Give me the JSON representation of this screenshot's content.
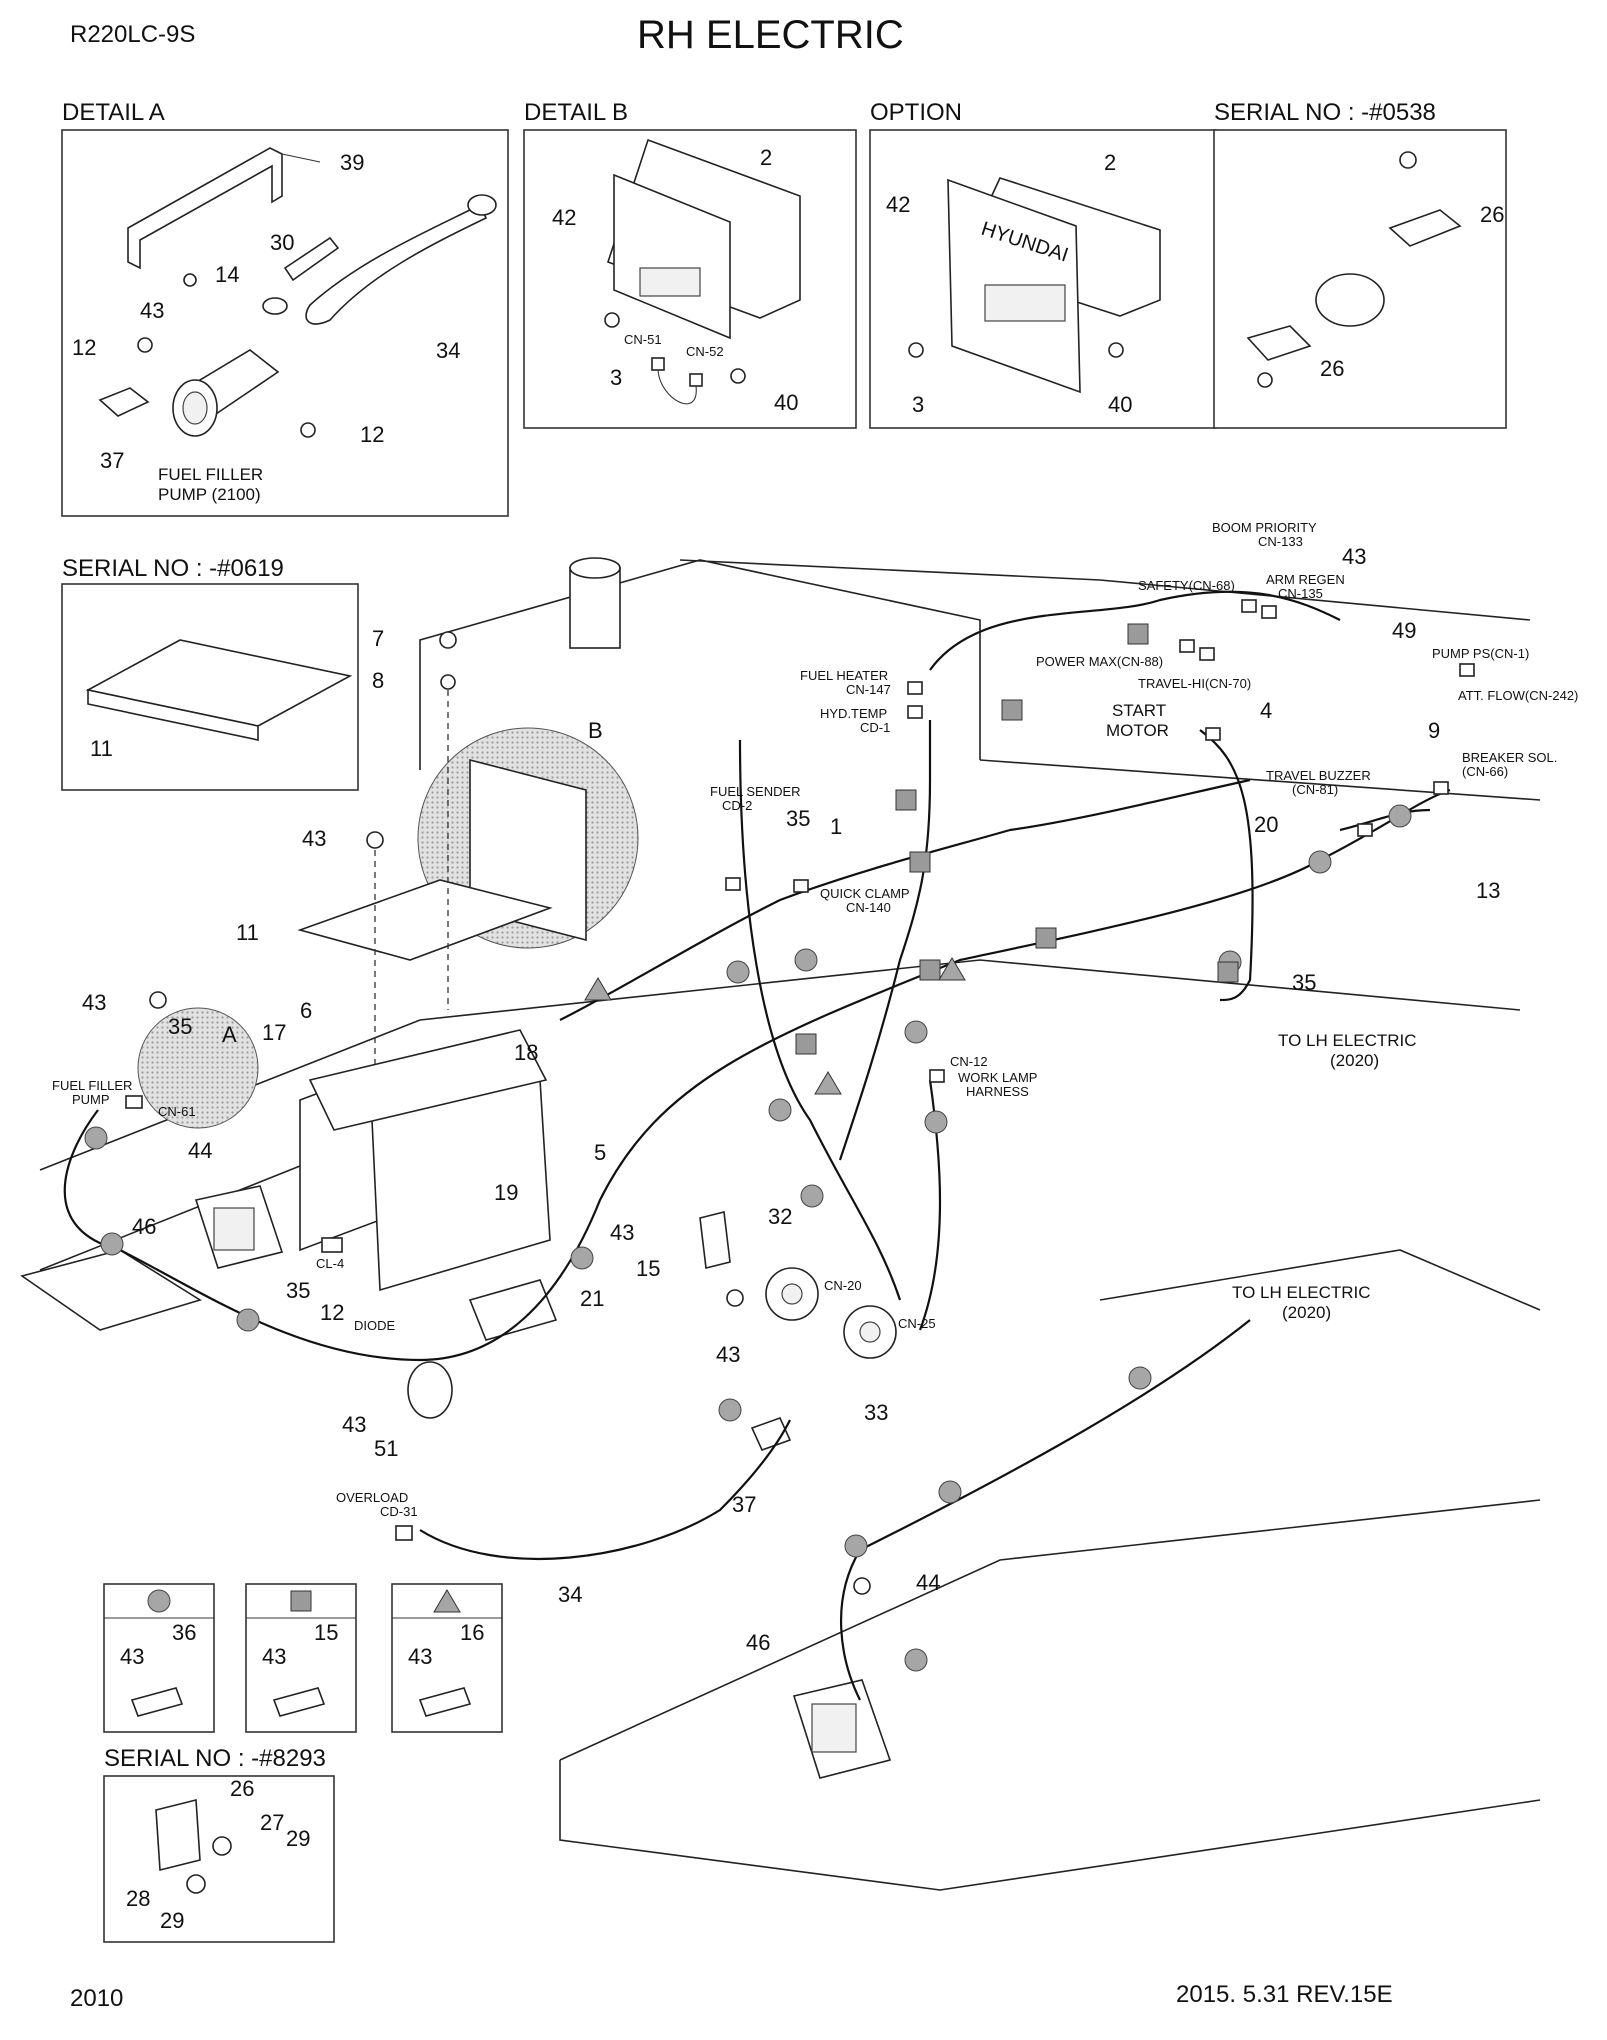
{
  "header": {
    "model": "R220LC-9S",
    "title": "RH ELECTRIC"
  },
  "panels": {
    "detail_a": {
      "title": "DETAIL  A",
      "parts": [
        "39",
        "30",
        "14",
        "43",
        "34",
        "12",
        "12",
        "37"
      ],
      "caption_line1": "FUEL FILLER",
      "caption_line2": "PUMP (2100)"
    },
    "detail_b": {
      "title": "DETAIL B",
      "parts": [
        "2",
        "42",
        "3",
        "40"
      ],
      "labels": [
        "CN-51",
        "CN-52"
      ]
    },
    "option": {
      "title": "OPTION",
      "parts": [
        "2",
        "42",
        "3",
        "40"
      ],
      "brand": "HYUNDAI"
    },
    "serial_0538": {
      "title": "SERIAL NO : -#0538",
      "parts": [
        "26",
        "26"
      ]
    },
    "serial_0619": {
      "title": "SERIAL NO : -#0619",
      "parts": [
        "11"
      ]
    },
    "serial_8293": {
      "title": "SERIAL NO : -#8293",
      "parts": [
        "26",
        "27",
        "29",
        "28",
        "29"
      ]
    }
  },
  "callouts": {
    "n1": "1",
    "n4": "4",
    "n5": "5",
    "n6": "6",
    "n7": "7",
    "n8": "8",
    "n9": "9",
    "n11": "11",
    "n12": "12",
    "n13": "13",
    "n15": "15",
    "n17": "17",
    "n18": "18",
    "n19": "19",
    "n20": "20",
    "n21": "21",
    "n32": "32",
    "n33": "33",
    "n34": "34",
    "n35a": "35",
    "n35b": "35",
    "n35c": "35",
    "n35d": "35",
    "n37": "37",
    "n43a": "43",
    "n43b": "43",
    "n43c": "43",
    "n43d": "43",
    "n43e": "43",
    "n43f": "43",
    "n44a": "44",
    "n44b": "44",
    "n46a": "46",
    "n46b": "46",
    "n49": "49",
    "n51": "51",
    "detail_a_ref": "A",
    "detail_b_ref": "B"
  },
  "connector_labels": {
    "boom_priority": "BOOM PRIORITY",
    "boom_priority_cn": "CN-133",
    "safety": "SAFETY(CN-68)",
    "arm_regen": "ARM REGEN",
    "arm_regen_cn": "CN-135",
    "power_max": "POWER MAX(CN-88)",
    "travel_hi": "TRAVEL-HI(CN-70)",
    "pump_ps": "PUMP PS(CN-1)",
    "att_flow": "ATT. FLOW(CN-242)",
    "fuel_heater": "FUEL HEATER",
    "fuel_heater_cn": "CN-147",
    "hyd_temp": "HYD.TEMP",
    "hyd_temp_cn": "CD-1",
    "start_motor_1": "START",
    "start_motor_2": "MOTOR",
    "breaker_sol": "BREAKER SOL.",
    "breaker_sol_cn": "(CN-66)",
    "travel_buzzer": "TRAVEL BUZZER",
    "travel_buzzer_cn": "(CN-81)",
    "fuel_sender": "FUEL SENDER",
    "fuel_sender_cn": "CD-2",
    "quick_clamp": "QUICK CLAMP",
    "quick_clamp_cn": "CN-140",
    "to_lh_1": "TO LH ELECTRIC",
    "to_lh_1_ref": "(2020)",
    "to_lh_2": "TO LH ELECTRIC",
    "to_lh_2_ref": "(2020)",
    "fuel_filler_pump_1": "FUEL FILLER",
    "fuel_filler_pump_2": "PUMP",
    "cn61": "CN-61",
    "cl4": "CL-4",
    "diode": "DIODE",
    "cn12": "CN-12",
    "work_lamp_1": "WORK LAMP",
    "work_lamp_2": "HARNESS",
    "cn20": "CN-20",
    "cn25": "CN-25",
    "overload": "OVERLOAD",
    "overload_cn": "CD-31"
  },
  "legend": [
    {
      "marker": "circle",
      "clip": "36",
      "bolt": "43"
    },
    {
      "marker": "square",
      "clip": "15",
      "bolt": "43"
    },
    {
      "marker": "triangle",
      "clip": "16",
      "bolt": "43"
    }
  ],
  "footer": {
    "page": "2010",
    "revision": "2015. 5.31  REV.15E"
  }
}
